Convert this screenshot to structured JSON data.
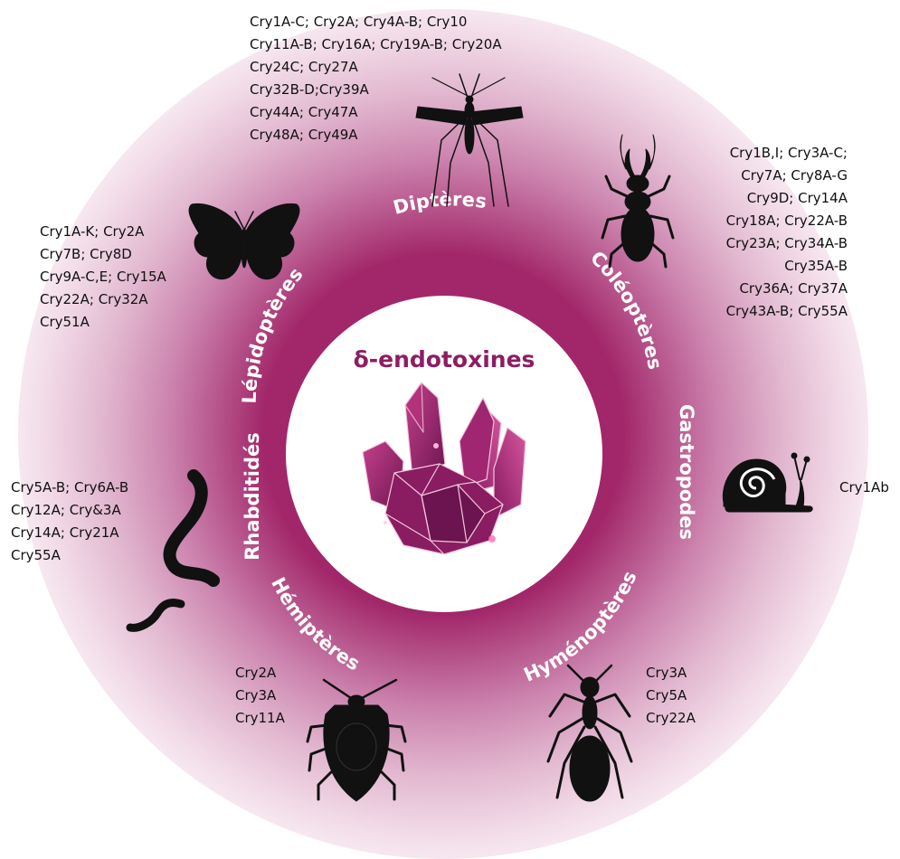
{
  "center": {
    "title": "δ-endotoxines"
  },
  "groups": {
    "dipteres": {
      "label": "Diptères",
      "toxins": [
        "Cry1A-C; Cry2A; Cry4A-B; Cry10",
        "Cry11A-B; Cry16A; Cry19A-B; Cry20A",
        "Cry24C; Cry27A",
        "Cry32B-D;Cry39A",
        "Cry44A; Cry47A",
        "Cry48A; Cry49A"
      ]
    },
    "coleopteres": {
      "label": "Coléoptères",
      "toxins": [
        "Cry1B,I; Cry3A-C;",
        "Cry7A; Cry8A-G",
        "Cry9D; Cry14A",
        "Cry18A; Cry22A-B",
        "Cry23A; Cry34A-B",
        "Cry35A-B",
        "Cry36A; Cry37A",
        "Cry43A-B; Cry55A"
      ]
    },
    "gastropodes": {
      "label": "Gastropodes",
      "toxins": [
        "Cry1Ab"
      ]
    },
    "hymenopteres": {
      "label": "Hyménoptères",
      "toxins": [
        "Cry3A",
        "Cry5A",
        "Cry22A"
      ]
    },
    "hemipteres": {
      "label": "Hémiptères",
      "toxins": [
        "Cry2A",
        "Cry3A",
        "Cry11A"
      ]
    },
    "rhabditides": {
      "label": "Rhabditidés",
      "toxins": [
        "Cry5A-B; Cry6A-B",
        "Cry12A; Cry&3A",
        "Cry14A; Cry21A",
        "Cry55A"
      ]
    },
    "lepidopteres": {
      "label": "Lépidoptères",
      "toxins": [
        "Cry1A-K; Cry2A",
        "Cry7B; Cry8D",
        "Cry9A-C,E; Cry15A",
        "Cry22A; Cry32A",
        "Cry51A"
      ]
    }
  },
  "icons": {
    "dipteres": "mosquito-icon",
    "coleopteres": "stag-beetle-icon",
    "gastropodes": "snail-icon",
    "hymenopteres": "ant-icon",
    "hemipteres": "stink-bug-icon",
    "rhabditides": "nematode-worm-icon",
    "lepidopteres": "butterfly-icon",
    "center": "crystal-icon"
  },
  "colors": {
    "ring": "#a2276a",
    "title": "#8e1d62",
    "crystal": "#9b2468",
    "silhouette": "#111111",
    "ring_text": "#ffffff"
  }
}
